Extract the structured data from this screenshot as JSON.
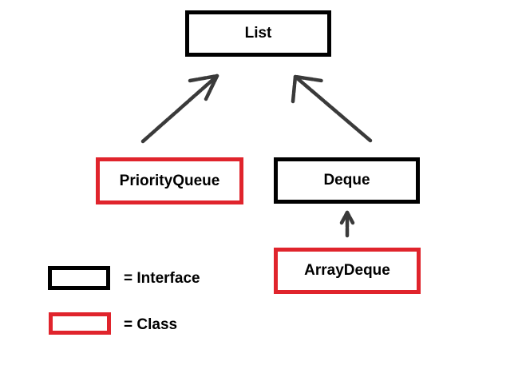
{
  "nodes": {
    "list": {
      "label": "List",
      "kind": "interface"
    },
    "priority_queue": {
      "label": "PriorityQueue",
      "kind": "class"
    },
    "deque": {
      "label": "Deque",
      "kind": "interface"
    },
    "array_deque": {
      "label": "ArrayDeque",
      "kind": "class"
    }
  },
  "edges": [
    {
      "from": "PriorityQueue",
      "to": "List"
    },
    {
      "from": "Deque",
      "to": "List"
    },
    {
      "from": "ArrayDeque",
      "to": "Deque"
    }
  ],
  "legend": {
    "interface_label": "=  Interface",
    "class_label": "=  Class"
  },
  "colors": {
    "interface_border": "#000000",
    "class_border": "#e0242c",
    "arrow": "#3a3a3a"
  }
}
